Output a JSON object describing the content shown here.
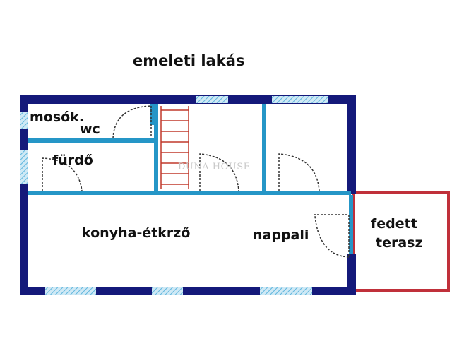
{
  "title": "emeleti lakás",
  "rooms": {
    "laundry": "mosók.",
    "wc": "wc",
    "bathroom": "fürdő",
    "kitchen_dining": "konyha-étkrző",
    "living_room": "nappali",
    "covered_terrace_line1": "fedett",
    "covered_terrace_line2": "terasz"
  },
  "watermark": "DUNA HOUSE",
  "colors": {
    "outer_wall": "#14197a",
    "inner_wall": "#2596c7",
    "window": "#9fd6ee",
    "stairs": "#c0392b",
    "terrace": "#c0303a",
    "door": "#333333"
  }
}
